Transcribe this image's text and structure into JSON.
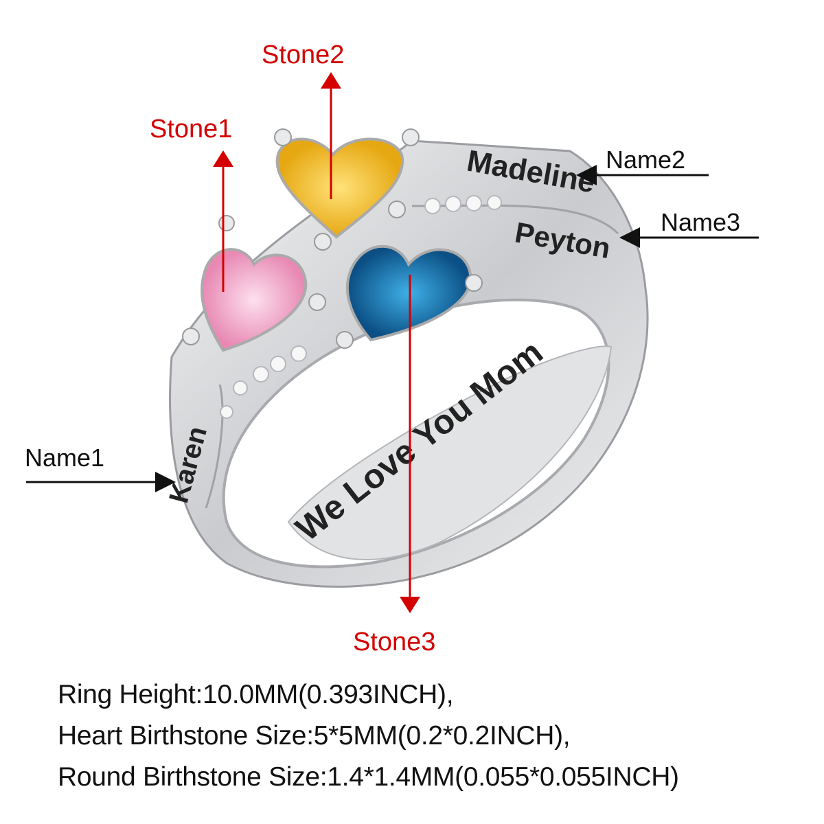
{
  "labels": {
    "stone1": "Stone1",
    "stone2": "Stone2",
    "stone3": "Stone3",
    "name1": "Name1",
    "name2": "Name2",
    "name3": "Name3"
  },
  "engravings": {
    "name1": "Karen",
    "name2": "Madeline",
    "name3": "Peyton",
    "inner": "We Love You Mom"
  },
  "specs": [
    "Ring Height:10.0MM(0.393INCH),",
    "Heart Birthstone Size:5*5MM(0.2*0.2INCH),",
    "Round Birthstone Size:1.4*1.4MM(0.055*0.055INCH)"
  ],
  "colors": {
    "label_red": "#d40000",
    "stone1": "#f2a9c9",
    "stone2": "#f3c22a",
    "stone3": "#1679b8",
    "silver": "#d9dadc"
  }
}
